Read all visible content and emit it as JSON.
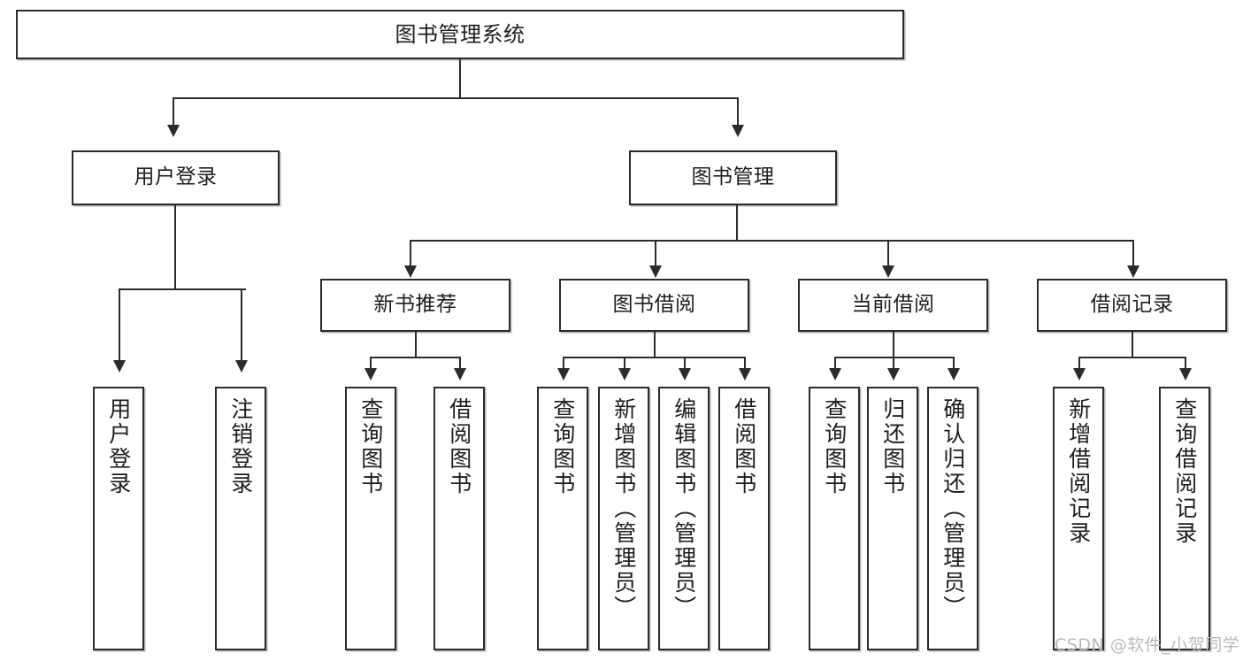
{
  "diagram": {
    "title_text": "图书管理系统",
    "type": "hierarchy-tree",
    "watermark": "CSDN @软件_小贺同学",
    "colors": {
      "stroke": "#2b2b2b",
      "fill": "#ffffff",
      "text": "#1d1d1d",
      "watermark": "#b9b9b9"
    },
    "levels": {
      "root": {
        "label": "图书管理系统"
      },
      "level2": [
        {
          "key": "user-login",
          "label": "用户登录"
        },
        {
          "key": "book-manage",
          "label": "图书管理"
        }
      ],
      "level3": [
        {
          "key": "new-book-recommend",
          "label": "新书推荐",
          "parent": "book-manage"
        },
        {
          "key": "book-borrow",
          "label": "图书借阅",
          "parent": "book-manage"
        },
        {
          "key": "current-borrow",
          "label": "当前借阅",
          "parent": "book-manage"
        },
        {
          "key": "borrow-record",
          "label": "借阅记录",
          "parent": "book-manage"
        }
      ],
      "leaves": [
        {
          "key": "leaf-user-login",
          "label": "用户登录",
          "parent": "user-login"
        },
        {
          "key": "leaf-logout-login",
          "label": "注销登录",
          "parent": "user-login"
        },
        {
          "key": "leaf-query-book-1",
          "label": "查询图书",
          "parent": "new-book-recommend"
        },
        {
          "key": "leaf-borrow-book-1",
          "label": "借阅图书",
          "parent": "new-book-recommend"
        },
        {
          "key": "leaf-query-book-2",
          "label": "查询图书",
          "parent": "book-borrow"
        },
        {
          "key": "leaf-add-book",
          "label": "新增图书（管理员）",
          "parent": "book-borrow"
        },
        {
          "key": "leaf-edit-book",
          "label": "编辑图书（管理员）",
          "parent": "book-borrow"
        },
        {
          "key": "leaf-borrow-book-2",
          "label": "借阅图书",
          "parent": "book-borrow"
        },
        {
          "key": "leaf-query-book-3",
          "label": "查询图书",
          "parent": "current-borrow"
        },
        {
          "key": "leaf-return-book",
          "label": "归还图书",
          "parent": "current-borrow"
        },
        {
          "key": "leaf-confirm-return",
          "label": "确认归还（管理员）",
          "parent": "current-borrow"
        },
        {
          "key": "leaf-add-record",
          "label": "新增借阅记录",
          "parent": "borrow-record"
        },
        {
          "key": "leaf-query-record",
          "label": "查询借阅记录",
          "parent": "borrow-record"
        }
      ]
    }
  }
}
